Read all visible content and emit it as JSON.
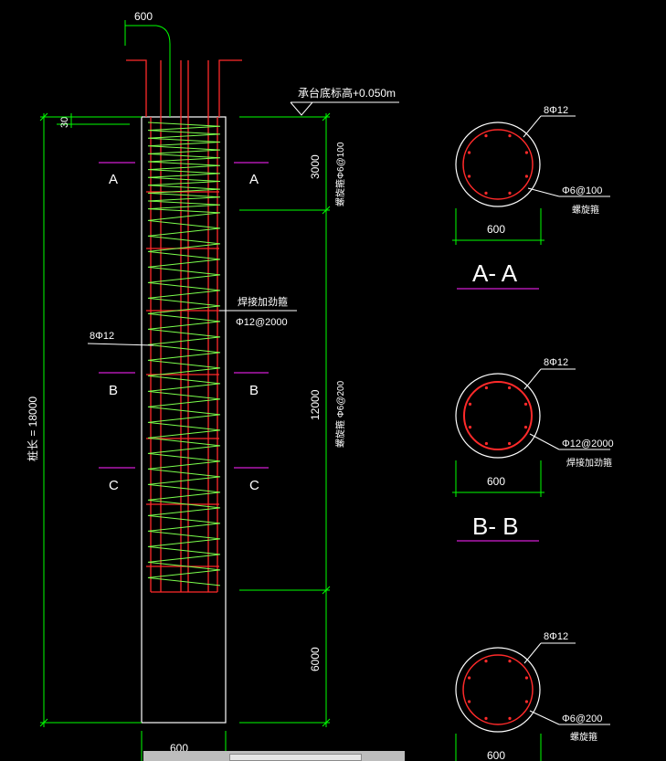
{
  "elevation": {
    "pile_length_label": "桩长 = 18000",
    "top_offset": "30",
    "cap_bottom_label": "承台底标高+0.050m",
    "anchor_length": "600",
    "width_bottom": "600"
  },
  "segments": [
    {
      "length": "3000",
      "note": "螺旋箍Φ6@100"
    },
    {
      "length": "12000",
      "note": "螺旋箍 Φ6@200"
    },
    {
      "length": "6000",
      "note": ""
    }
  ],
  "callouts": {
    "main_bar": "8Φ12",
    "stiffener_title": "焊接加劲箍",
    "stiffener_spec": "Φ12@2000"
  },
  "cut_marks": [
    "A",
    "B",
    "C"
  ],
  "sections": [
    {
      "title": "A- A",
      "bar": "8Φ12",
      "hoop": "Φ6@100",
      "hoop_note": "螺旋箍",
      "width": "600"
    },
    {
      "title": "B- B",
      "bar": "8Φ12",
      "hoop": "Φ12@2000",
      "hoop_note": "焊接加劲箍",
      "width": "600"
    },
    {
      "title": "",
      "bar": "8Φ12",
      "hoop": "Φ6@200",
      "hoop_note": "螺旋箍",
      "width": "600"
    }
  ],
  "colors": {
    "background": "#000000",
    "concrete_outline": "#ffffff",
    "rebar": "#ff2a2a",
    "stirrup": "#7cff4d",
    "dimension": "#00ff00",
    "section_title_underline": "#d21ed2"
  }
}
